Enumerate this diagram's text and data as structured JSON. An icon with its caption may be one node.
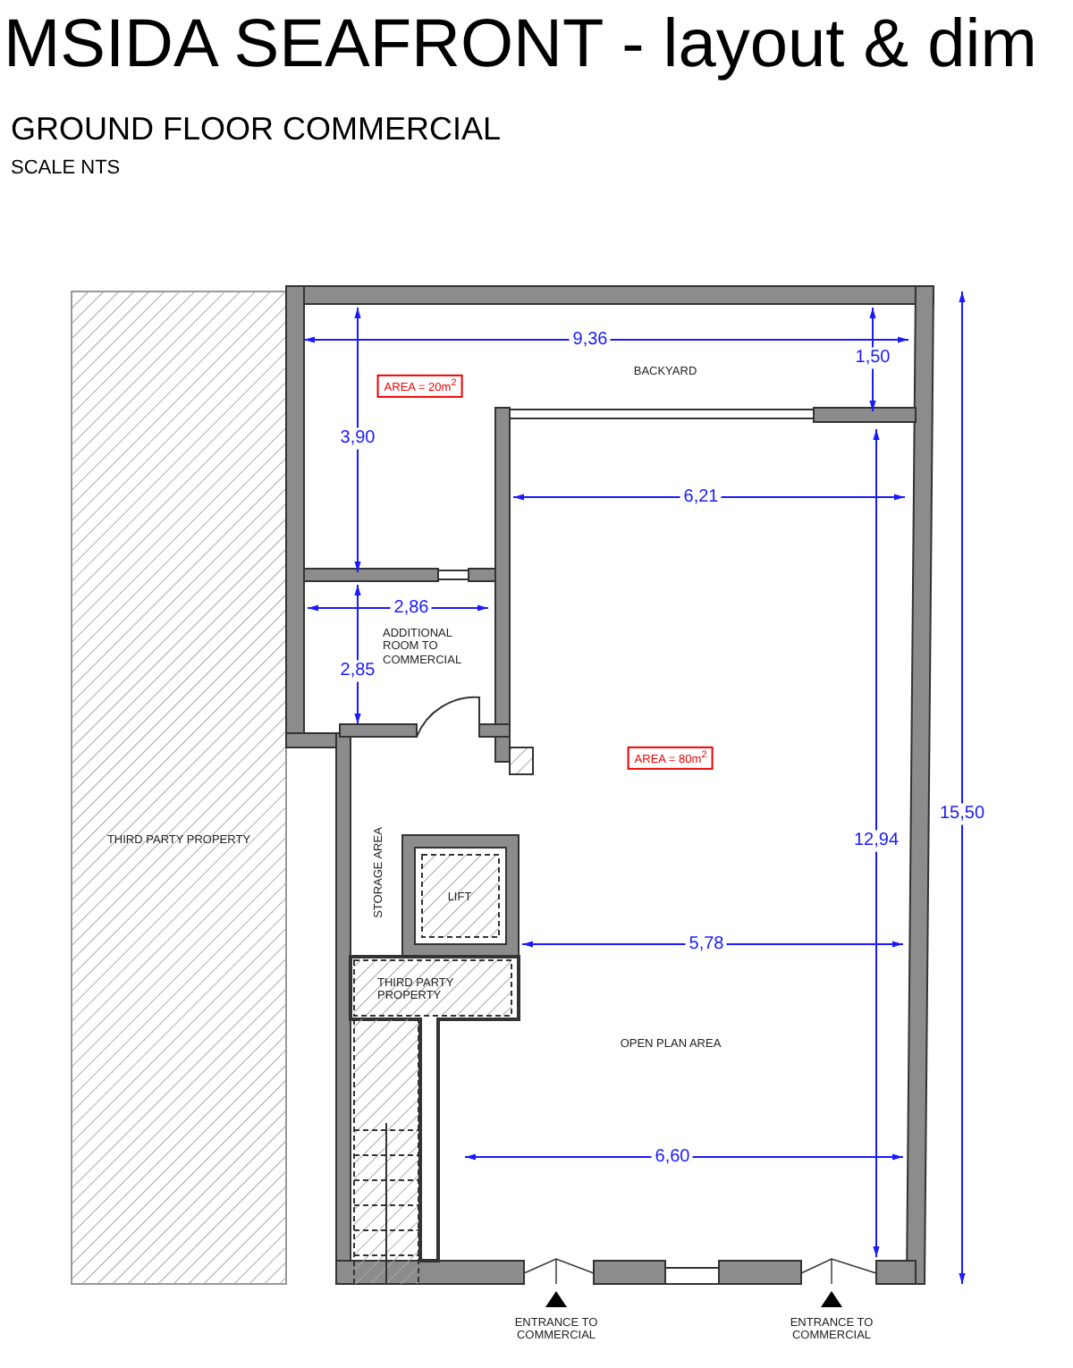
{
  "diagram": {
    "title": "MSIDA SEAFRONT - layout & dim",
    "nodes": [
      {
        "text": [
          "AREA = 20m$^{2}$"
        ]
      },
      {
        "text": [
          "AREA = 80m$^{2}$"
        ]
      }
    ],
    "labels": [
      "GROUND FLOOR COMMERCIAL",
      "SCALE NTS",
      "9,36",
      "1,50",
      "BACKYARD",
      "3,90",
      "6,21",
      "2,86",
      "2,85",
      "ADDITIONAL ROOM TO COMMERCIAL",
      "THIRD PARTY PROPERTY",
      "STORAGE AREA",
      "LIFT",
      "12,94",
      "15,50",
      "5,78",
      "THIRD PARTY PROPERTY",
      "OPEN PLAN AREA",
      "6,60",
      "ENTRANCE TO COMMERCIAL",
      "ENTRANCE TO COMMERCIAL"
    ]
  }
}
